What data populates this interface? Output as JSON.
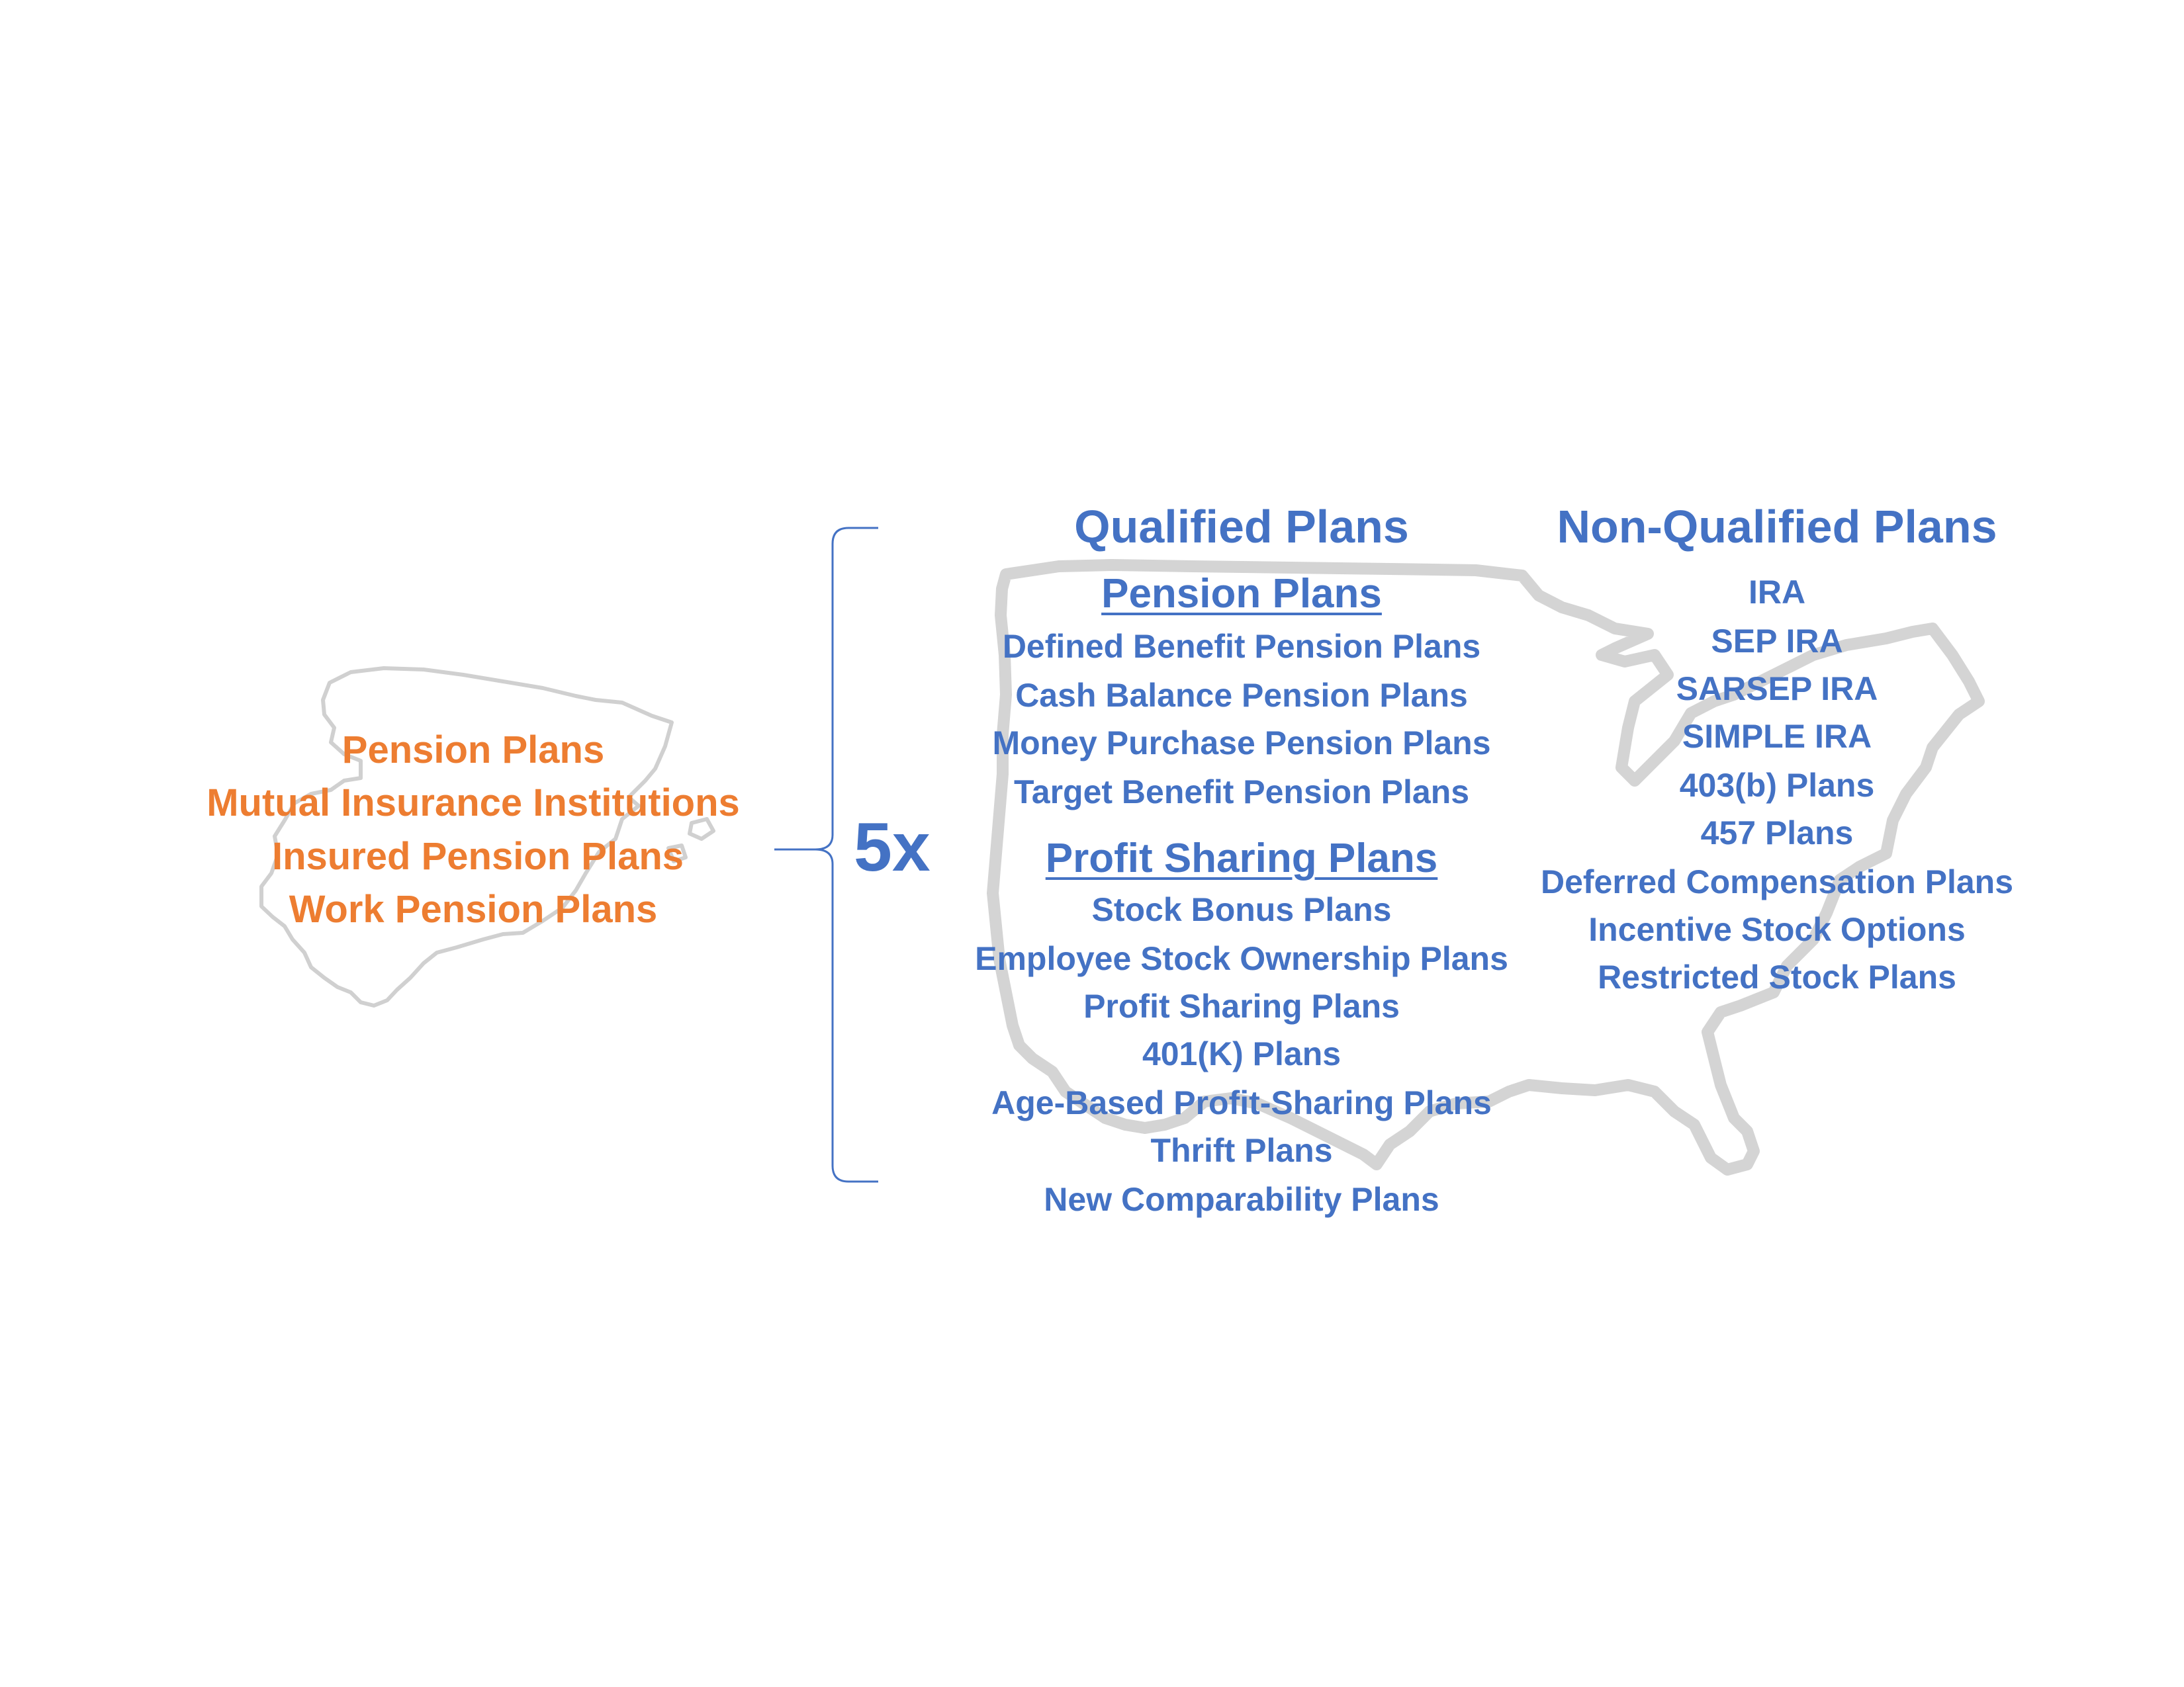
{
  "spain": {
    "items": [
      "Pension Plans",
      "Mutual Insurance Institutions",
      "Insured Pension Plans",
      "Work Pension Plans"
    ],
    "color": "#ED7D31"
  },
  "multiplier": "5x",
  "us": {
    "color": "#4472C4",
    "qualified": {
      "title": "Qualified Plans",
      "pension": {
        "title": "Pension Plans",
        "items": [
          "Defined Benefit Pension Plans",
          "Cash Balance Pension Plans",
          "Money Purchase Pension Plans",
          "Target Benefit Pension Plans"
        ]
      },
      "profit_sharing": {
        "title": "Profit Sharing Plans",
        "items": [
          "Stock Bonus Plans",
          "Employee Stock Ownership Plans",
          "Profit Sharing Plans",
          "401(K) Plans",
          "Age-Based Profit-Sharing Plans",
          "Thrift Plans",
          "New Comparability Plans"
        ]
      }
    },
    "non_qualified": {
      "title": "Non-Qualified Plans",
      "items": [
        "IRA",
        "SEP IRA",
        "SARSEP IRA",
        "SIMPLE IRA",
        "403(b) Plans",
        "457 Plans",
        "Deferred Compensation Plans",
        "Incentive Stock Options",
        "Restricted Stock Plans"
      ]
    }
  },
  "icons": [
    "spain-map-icon",
    "usa-map-icon",
    "brace-icon"
  ]
}
